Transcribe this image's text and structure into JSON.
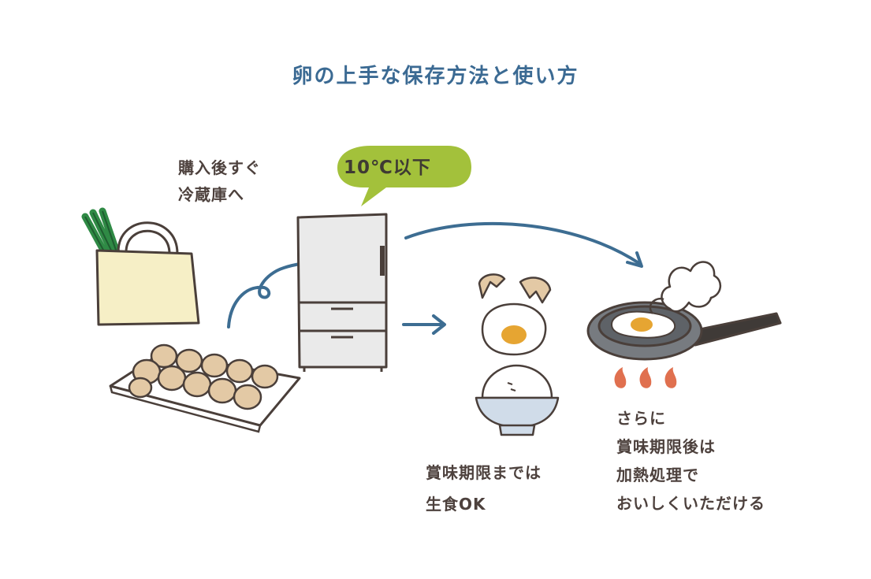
{
  "title": "卵の上手な保存方法と使い方",
  "fridge_note": [
    "購入後すぐ",
    "冷蔵庫へ"
  ],
  "temperature_badge": "10℃以下",
  "raw_note": [
    "賞味期限までは",
    "生食OK"
  ],
  "cook_note": [
    "さらに",
    "賞味期限後は",
    "加熱処理で",
    "おいしくいただける"
  ],
  "colors": {
    "title": "#3b6a93",
    "arrow": "#3d6d92",
    "badge": "#a3c13b",
    "yolk": "#e6a532",
    "bag": "#f6efc6",
    "leek": "#2f8a45",
    "egg": "#e3c9a5",
    "fridge": "#eaeaea",
    "flame": "#e0704f",
    "bowl": "#d0dce9",
    "pan": "#777b80"
  },
  "icons": [
    "shopping-bag-icon",
    "egg-carton-icon",
    "refrigerator-icon",
    "cracked-egg-icon",
    "rice-bowl-icon",
    "frying-pan-icon"
  ]
}
